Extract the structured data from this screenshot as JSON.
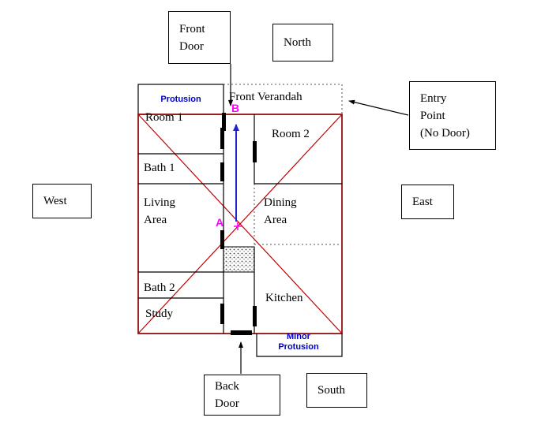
{
  "callout_boxes": {
    "front_door": "Front\nDoor",
    "north": "North",
    "entry_point": "Entry\nPoint\n(No Door)",
    "west": "West",
    "east": "East",
    "back_door": "Back\nDoor",
    "south": "South"
  },
  "plan": {
    "front_verandah": "Front Verandah",
    "protusion": "Protusion",
    "minor_protusion": "Minor\nProtusion",
    "rooms": {
      "room1": "Room 1",
      "room2": "Room 2",
      "bath1": "Bath 1",
      "living": "Living\nArea",
      "dining": "Dining\nArea",
      "bath2": "Bath 2",
      "study": "Study",
      "kitchen": "Kitchen"
    },
    "points": {
      "a": "A",
      "b": "B"
    }
  },
  "colors": {
    "plan_red": "#c00000",
    "annotation_blue": "#0000cc",
    "point_magenta": "#ff00ff",
    "arrow_blue": "#2222cc"
  }
}
